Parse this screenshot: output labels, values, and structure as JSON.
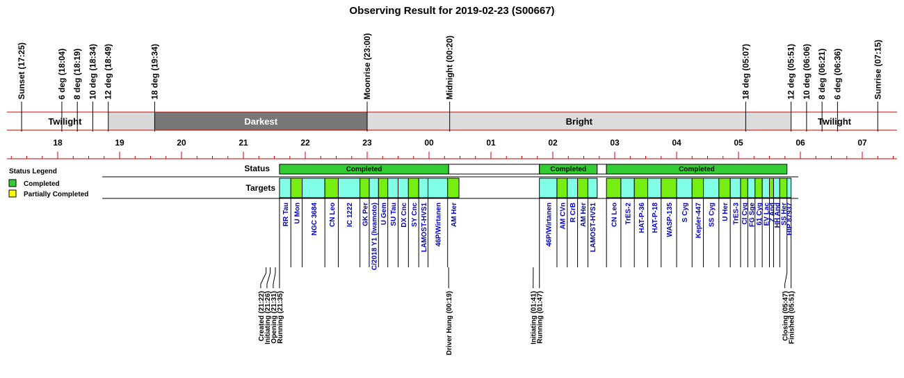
{
  "chart_data": {
    "type": "timeline",
    "title": "Observing Result for 2019-02-23 (S00667)",
    "time_range": [
      "17:25",
      "07:15"
    ],
    "hour_ticks": [
      "18",
      "19",
      "20",
      "21",
      "22",
      "23",
      "00",
      "01",
      "02",
      "03",
      "04",
      "05",
      "06",
      "07"
    ],
    "events": [
      {
        "label": "Sunset (17:25)",
        "time": "17:25",
        "color": "#000000"
      },
      {
        "label": "6 deg (18:04)",
        "time": "18:04",
        "color": "#000000"
      },
      {
        "label": "8 deg (18:19)",
        "time": "18:19",
        "color": "#000000"
      },
      {
        "label": "10 deg (18:34)",
        "time": "18:34",
        "color": "#000000"
      },
      {
        "label": "12 deg (18:49)",
        "time": "18:49",
        "color": "#000000"
      },
      {
        "label": "18 deg (19:34)",
        "time": "19:34",
        "color": "#000000"
      },
      {
        "label": "Moonrise (23:00)",
        "time": "23:00",
        "color": "#0000cc"
      },
      {
        "label": "Midnight (00:20)",
        "time": "00:20",
        "color": "#000000"
      },
      {
        "label": "18 deg (05:07)",
        "time": "05:07",
        "color": "#000000"
      },
      {
        "label": "12 deg (05:51)",
        "time": "05:51",
        "color": "#000000"
      },
      {
        "label": "10 deg (06:06)",
        "time": "06:06",
        "color": "#000000"
      },
      {
        "label": "8 deg (06:21)",
        "time": "06:21",
        "color": "#000000"
      },
      {
        "label": "6 deg (06:36)",
        "time": "06:36",
        "color": "#000000"
      },
      {
        "label": "Sunrise (07:15)",
        "time": "07:15",
        "color": "#000000"
      }
    ],
    "bands": [
      {
        "label": "Twilight",
        "start": "17:25",
        "end": "18:49",
        "fill": "#ffffff",
        "dark": false
      },
      {
        "label": "",
        "start": "18:49",
        "end": "19:34",
        "fill": "#d8d8d8",
        "dark": false
      },
      {
        "label": "Darkest",
        "start": "19:34",
        "end": "23:00",
        "fill": "#777777",
        "dark": true
      },
      {
        "label": "Bright",
        "start": "23:00",
        "end": "05:51",
        "fill": "#dcdcdc",
        "dark": false
      },
      {
        "label": "Twilight",
        "start": "05:51",
        "end": "07:15",
        "fill": "#ffffff",
        "dark": false
      }
    ],
    "row_labels": {
      "status": "Status",
      "targets": "Targets"
    },
    "status_blocks": [
      {
        "label": "Completed",
        "start": "21:35",
        "end": "00:19",
        "status": "completed"
      },
      {
        "label": "",
        "start": "00:19",
        "end": "01:47",
        "status": "none"
      },
      {
        "label": "Completed",
        "start": "01:47",
        "end": "02:43",
        "status": "completed"
      },
      {
        "label": "",
        "start": "02:43",
        "end": "02:52",
        "status": "none"
      },
      {
        "label": "Completed",
        "start": "02:52",
        "end": "05:47",
        "status": "completed"
      }
    ],
    "targets": [
      {
        "name": "RR Tau",
        "start": "21:35",
        "end": "21:46",
        "kind": "cyan"
      },
      {
        "name": "U Mon",
        "start": "21:46",
        "end": "21:57",
        "kind": "green"
      },
      {
        "name": "NGC 3684",
        "start": "21:57",
        "end": "22:19",
        "kind": "cyan"
      },
      {
        "name": "CN Leo",
        "start": "22:19",
        "end": "22:32",
        "kind": "green"
      },
      {
        "name": "IC 1222",
        "start": "22:32",
        "end": "22:53",
        "kind": "cyan"
      },
      {
        "name": "GK Per",
        "start": "22:53",
        "end": "23:02",
        "kind": "green"
      },
      {
        "name": "C/2018 Y1 (Iwamoto)",
        "start": "23:02",
        "end": "23:11",
        "kind": "cyan"
      },
      {
        "name": "U Gem",
        "start": "23:11",
        "end": "23:20",
        "kind": "green"
      },
      {
        "name": "SU Tau",
        "start": "23:20",
        "end": "23:30",
        "kind": "cyan"
      },
      {
        "name": "DX Cnc",
        "start": "23:30",
        "end": "23:40",
        "kind": "cyan"
      },
      {
        "name": "SY Cnc",
        "start": "23:40",
        "end": "23:50",
        "kind": "green"
      },
      {
        "name": "LAMOST-HVS1",
        "start": "23:50",
        "end": "23:59",
        "kind": "cyan"
      },
      {
        "name": "46P/Wirtanen",
        "start": "23:59",
        "end": "00:18",
        "kind": "cyan"
      },
      {
        "name": "AM Her",
        "start": "00:18",
        "end": "00:29",
        "kind": "green"
      },
      {
        "name": "46P/Wirtanen",
        "start": "01:47",
        "end": "02:04",
        "kind": "cyan"
      },
      {
        "name": "AM CVn",
        "start": "02:04",
        "end": "02:14",
        "kind": "green"
      },
      {
        "name": "R CrB",
        "start": "02:14",
        "end": "02:24",
        "kind": "cyan"
      },
      {
        "name": "AM Her",
        "start": "02:24",
        "end": "02:34",
        "kind": "green"
      },
      {
        "name": "LAMOST-HVS1",
        "start": "02:34",
        "end": "02:43",
        "kind": "cyan"
      },
      {
        "name": "CN Leo",
        "start": "02:52",
        "end": "03:06",
        "kind": "green"
      },
      {
        "name": "TrES-2",
        "start": "03:06",
        "end": "03:19",
        "kind": "cyan"
      },
      {
        "name": "HAT-P-36",
        "start": "03:19",
        "end": "03:32",
        "kind": "green"
      },
      {
        "name": "HAT-P-18",
        "start": "03:32",
        "end": "03:45",
        "kind": "cyan"
      },
      {
        "name": "WASP-135",
        "start": "03:45",
        "end": "04:00",
        "kind": "green"
      },
      {
        "name": "S Cyg",
        "start": "04:00",
        "end": "04:15",
        "kind": "cyan"
      },
      {
        "name": "Kepler-447",
        "start": "04:15",
        "end": "04:26",
        "kind": "green"
      },
      {
        "name": "SS Cyg",
        "start": "04:26",
        "end": "04:41",
        "kind": "cyan"
      },
      {
        "name": "U Her",
        "start": "04:41",
        "end": "04:52",
        "kind": "green"
      },
      {
        "name": "TrES-3",
        "start": "04:52",
        "end": "05:02",
        "kind": "cyan"
      },
      {
        "name": "CI Cyg",
        "start": "05:02",
        "end": "05:09",
        "kind": "green"
      },
      {
        "name": "FG Sge",
        "start": "05:09",
        "end": "05:16",
        "kind": "cyan"
      },
      {
        "name": "61 Cyg",
        "start": "05:16",
        "end": "05:23",
        "kind": "green"
      },
      {
        "name": "EV Lac",
        "start": "05:23",
        "end": "05:30",
        "kind": "cyan"
      },
      {
        "name": "Z And",
        "start": "05:30",
        "end": "05:34",
        "kind": "green"
      },
      {
        "name": "HH And",
        "start": "05:34",
        "end": "05:40",
        "kind": "cyan"
      },
      {
        "name": "SS Her",
        "start": "05:40",
        "end": "05:47",
        "kind": "green"
      },
      {
        "name": "HIP 87937",
        "start": "05:47",
        "end": "05:51",
        "kind": "cyan"
      }
    ],
    "log_events": [
      {
        "label": "Created (21:22)",
        "time": "21:22",
        "color": "#000000"
      },
      {
        "label": "Initiating (21:26)",
        "time": "21:26",
        "color": "#000000"
      },
      {
        "label": "Opening (21:31)",
        "time": "21:31",
        "color": "#000000"
      },
      {
        "label": "Running (21:35)",
        "time": "21:35",
        "color": "#000000"
      },
      {
        "label": "Driver Hung (00:19)",
        "time": "00:19",
        "color": "#cc0000"
      },
      {
        "label": "Initiating (01:41)",
        "time": "01:41",
        "color": "#000000"
      },
      {
        "label": "Running (01:47)",
        "time": "01:47",
        "color": "#000000"
      },
      {
        "label": "Closing (05:47)",
        "time": "05:47",
        "color": "#000000"
      },
      {
        "label": "Finished (05:51)",
        "time": "05:51",
        "color": "#000000"
      }
    ],
    "legend": {
      "title": "Status Legend",
      "placement": "left",
      "items": [
        {
          "label": "Completed",
          "color": "#33cc33"
        },
        {
          "label": "Partially Completed",
          "color": "#ffff00"
        }
      ]
    },
    "colors": {
      "completed": "#33cc33",
      "target_cyan": "#80ffe6",
      "target_green": "#77ee11",
      "axis_red": "#cc0000",
      "target_text": "#0000cc"
    }
  }
}
